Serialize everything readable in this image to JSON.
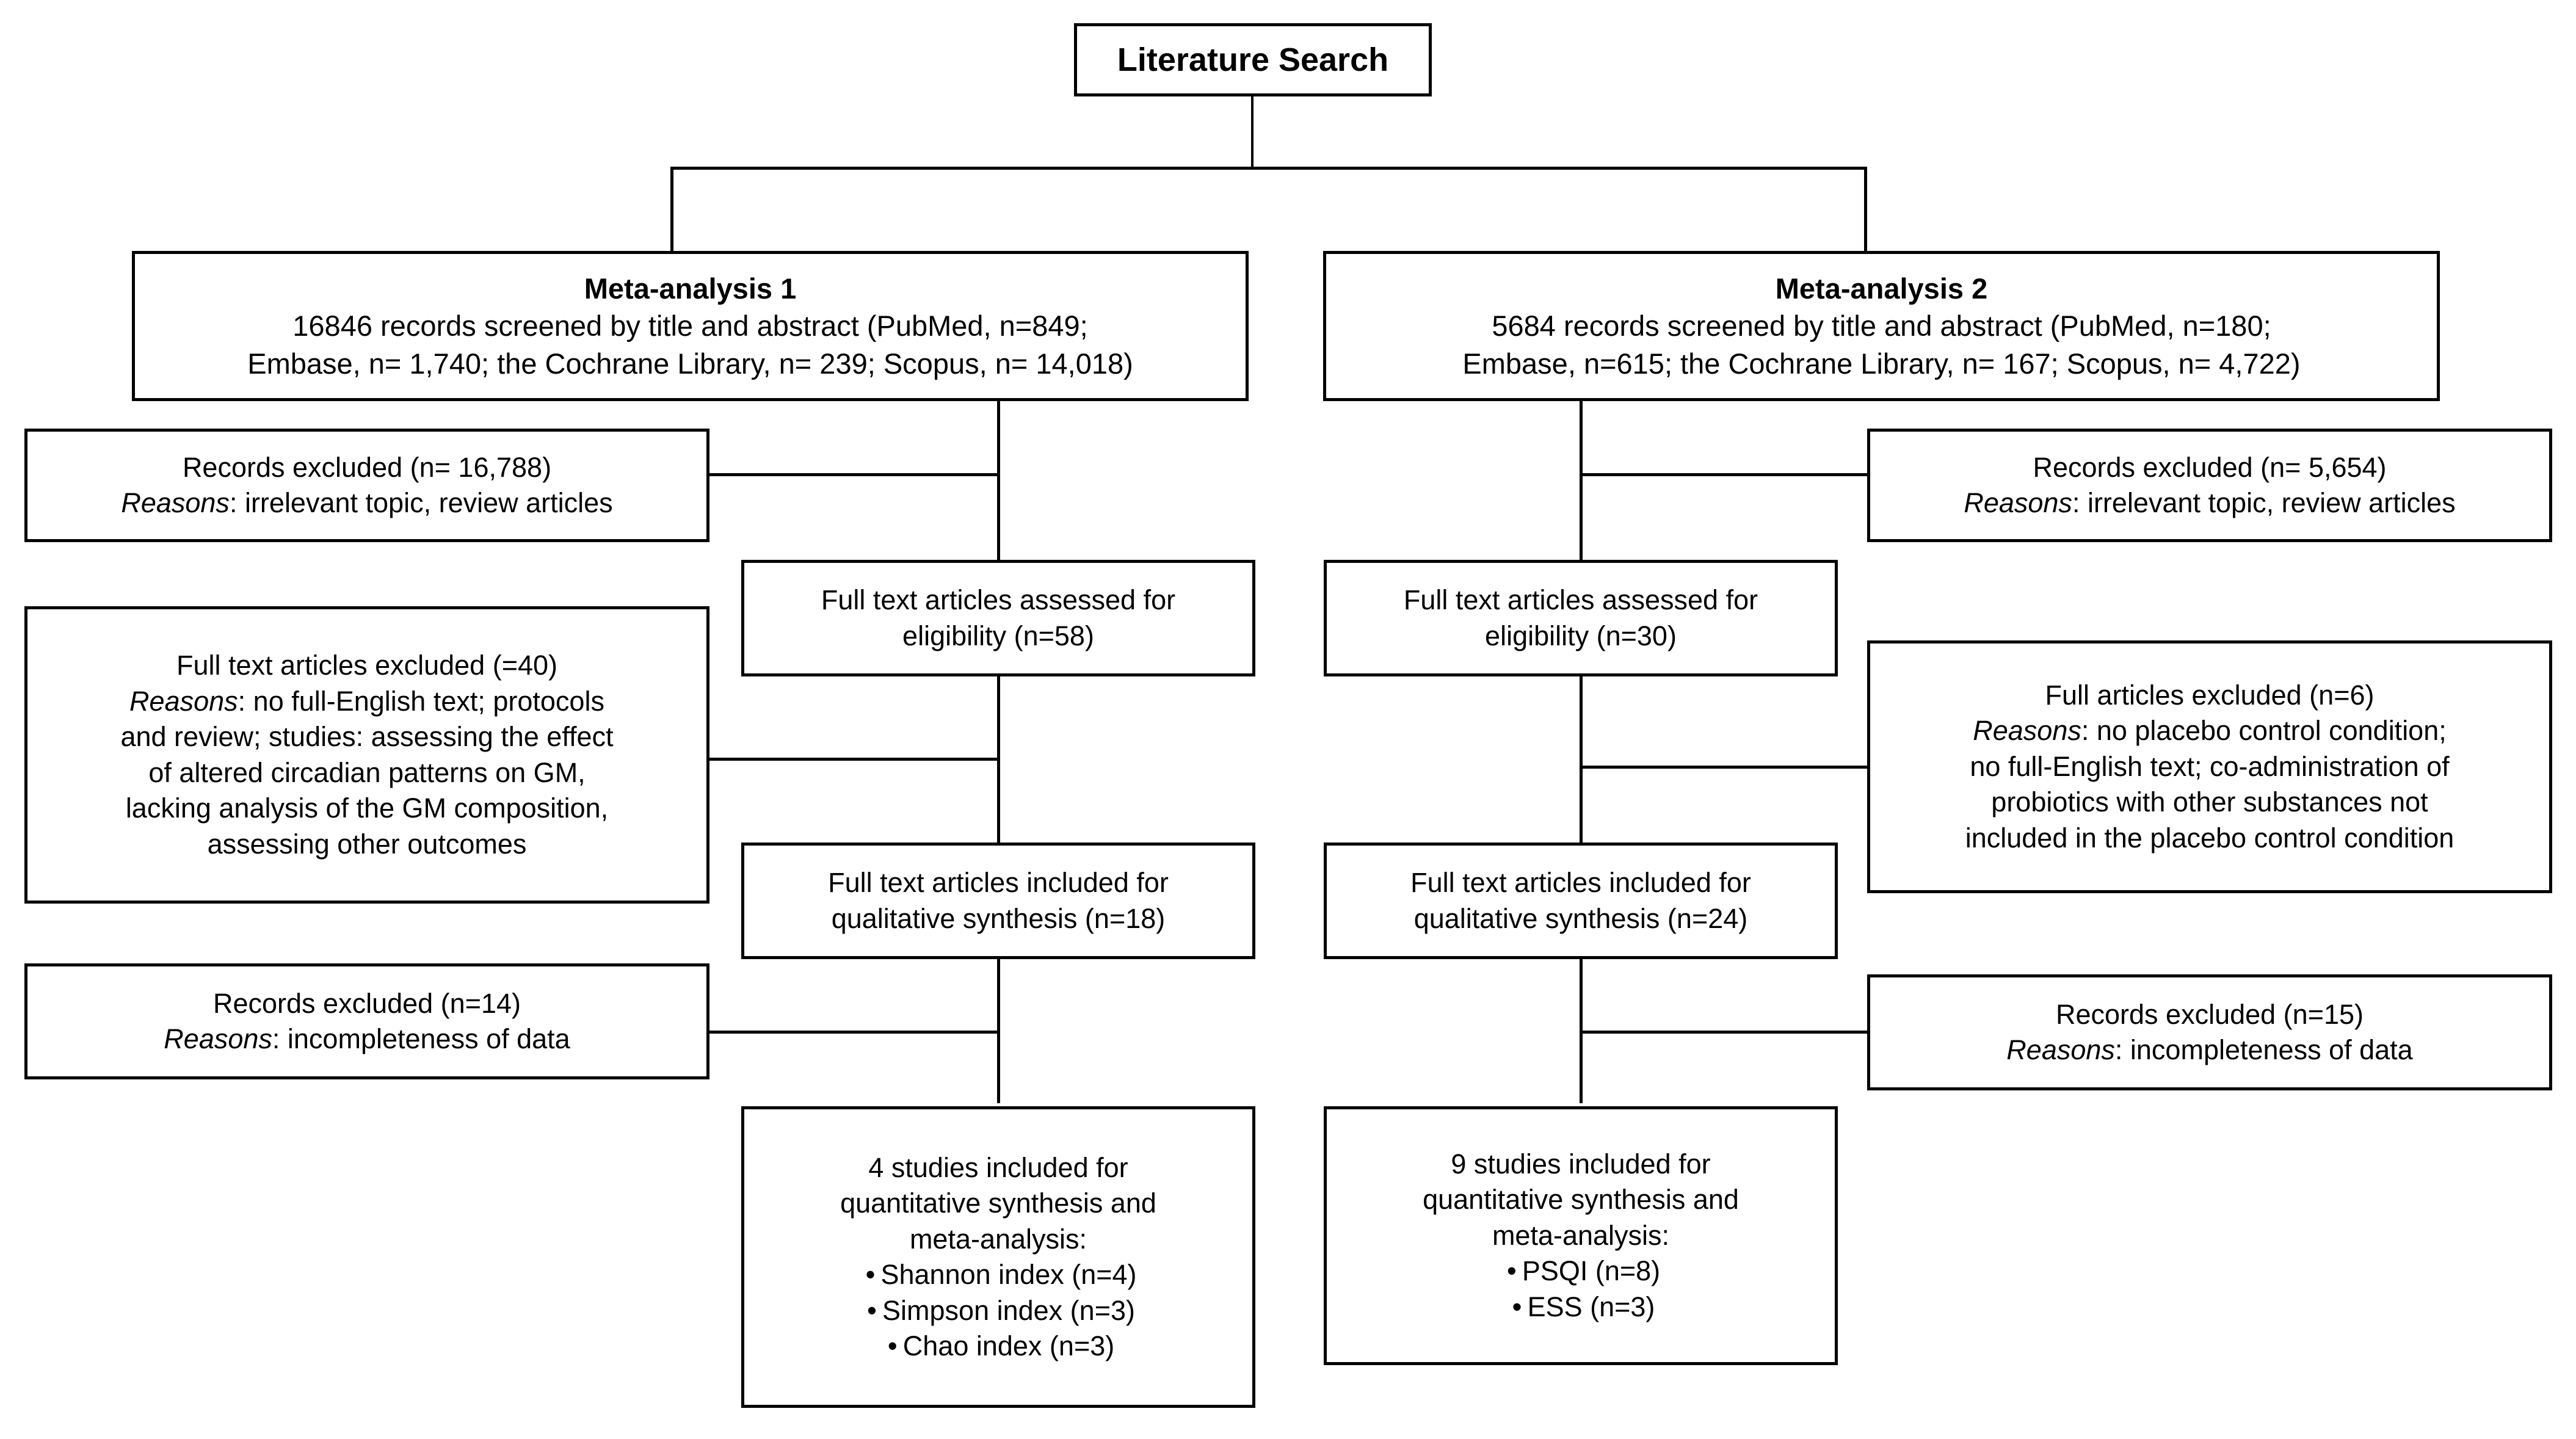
{
  "diagram": {
    "type": "prisma-flow-diagram",
    "title": "Literature Search"
  },
  "top": {
    "label": "Literature Search"
  },
  "branch_left": {
    "title": "Meta-analysis 1",
    "line1": "16846 records screened by title and abstract (PubMed, n=849;",
    "line2": "Embase, n= 1,740; the Cochrane Library, n= 239; Scopus, n= 14,018)"
  },
  "branch_right": {
    "title": "Meta-analysis 2",
    "line1": "5684 records screened by title and abstract (PubMed, n=180;",
    "line2": "Embase, n=615; the Cochrane Library, n= 167; Scopus, n=  4,722)"
  },
  "left_excl_1": {
    "line1": "Records excluded (n= 16,788)",
    "reasons_label": "Reasons",
    "reasons_text": ": irrelevant topic, review articles"
  },
  "right_excl_1": {
    "line1": "Records excluded (n= 5,654)",
    "reasons_label": "Reasons",
    "reasons_text": ": irrelevant topic, review articles"
  },
  "left_excl_2": {
    "line1": "Full text articles excluded (=40)",
    "reasons_label": "Reasons",
    "reasons_text": ": no full-English text; protocols",
    "line3": "and review; studies: assessing the effect",
    "line4": "of altered circadian patterns on GM,",
    "line5": "lacking analysis of the GM composition,",
    "line6": "assessing other outcomes"
  },
  "right_excl_2": {
    "line1": "Full articles excluded (n=6)",
    "reasons_label": "Reasons",
    "reasons_text": ": no placebo control condition;",
    "line3": "no full-English text; co-administration of",
    "line4": "probiotics with other substances not",
    "line5": "included in the placebo control condition"
  },
  "left_excl_3": {
    "line1": "Records excluded (n=14)",
    "reasons_label": "Reasons",
    "reasons_text": ": incompleteness of data"
  },
  "right_excl_3": {
    "line1": "Records excluded (n=15)",
    "reasons_label": "Reasons",
    "reasons_text": ": incompleteness of data"
  },
  "left_eligibility": {
    "line1": "Full text articles assessed for",
    "line2": "eligibility (n=58)"
  },
  "right_eligibility": {
    "line1": "Full text articles assessed for",
    "line2": "eligibility (n=30)"
  },
  "left_qualitative": {
    "line1": "Full text articles included for",
    "line2": "qualitative synthesis (n=18)"
  },
  "right_qualitative": {
    "line1": "Full text articles included for",
    "line2": "qualitative synthesis (n=24)"
  },
  "left_quantitative": {
    "line1": "4 studies included for",
    "line2": "quantitative synthesis and",
    "line3": "meta-analysis:",
    "bullet1": "Shannon index (n=4)",
    "bullet2": "Simpson index (n=3)",
    "bullet3": "Chao index (n=3)",
    "bullet_glyph": "•"
  },
  "right_quantitative": {
    "line1": "9 studies included for",
    "line2": "quantitative synthesis and",
    "line3": "meta-analysis:",
    "bullet1": "PSQI (n=8)",
    "bullet2": "ESS (n=3)",
    "bullet_glyph": "•"
  },
  "colors": {
    "stroke": "#000000",
    "fill": "#ffffff",
    "text": "#000000"
  }
}
